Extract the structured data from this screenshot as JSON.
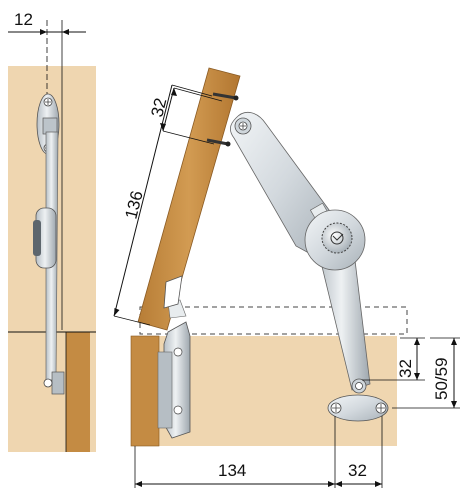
{
  "dimensions": {
    "d12": "12",
    "d32_top": "32",
    "d136": "136",
    "d32_right": "32",
    "d50_59": "50/59",
    "d134": "134",
    "d32_bottom": "32"
  },
  "colors": {
    "wood_light": "#efd6b0",
    "wood_dark": "#c48b43",
    "metal": "#d5dbe0",
    "metal_shadow": "#9aa4ac",
    "line": "#111111"
  }
}
